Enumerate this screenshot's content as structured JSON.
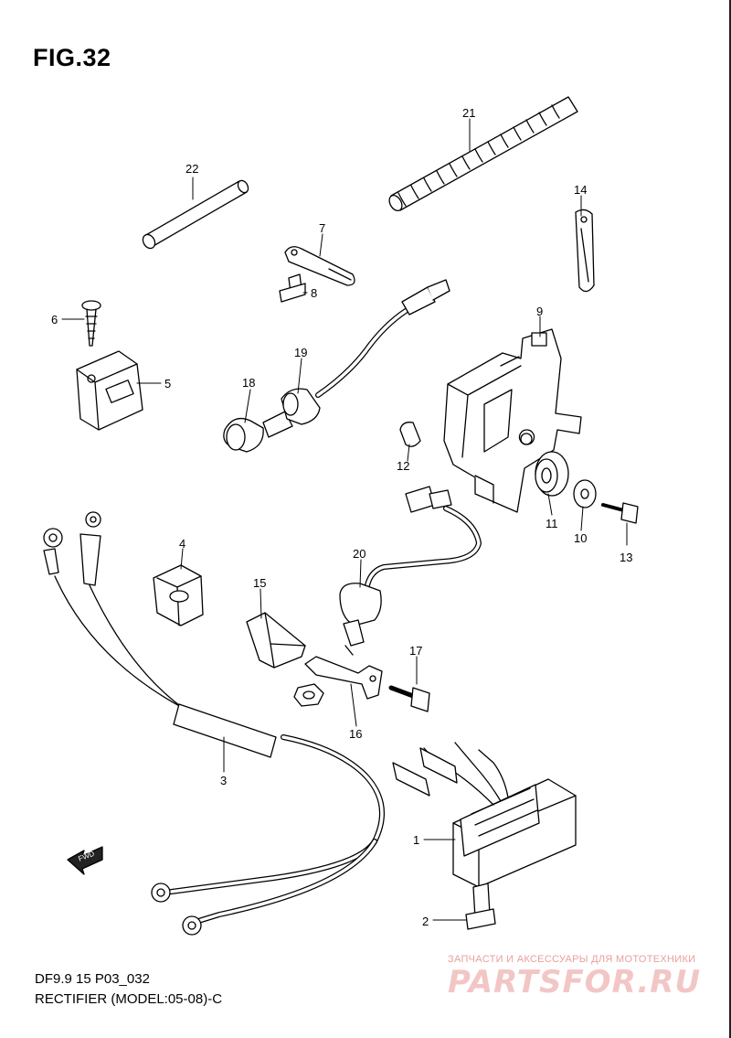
{
  "header": {
    "title": "FIG.32"
  },
  "footer": {
    "code": "DF9.9 15 P03_032",
    "caption": "RECTIFIER (MODEL:05-08)-C"
  },
  "watermark": {
    "tagline": "ЗАПЧАСТИ И АКСЕССУАРЫ ДЛЯ МОТОТЕХНИКИ",
    "logo": "PARTSFOR.RU"
  },
  "direction_badge": "FWD",
  "callouts": [
    {
      "id": "1",
      "label": "1"
    },
    {
      "id": "2",
      "label": "2"
    },
    {
      "id": "3",
      "label": "3"
    },
    {
      "id": "4",
      "label": "4"
    },
    {
      "id": "5",
      "label": "5"
    },
    {
      "id": "6",
      "label": "6"
    },
    {
      "id": "7",
      "label": "7"
    },
    {
      "id": "8",
      "label": "8"
    },
    {
      "id": "9",
      "label": "9"
    },
    {
      "id": "10",
      "label": "10"
    },
    {
      "id": "11",
      "label": "11"
    },
    {
      "id": "12",
      "label": "12"
    },
    {
      "id": "13",
      "label": "13"
    },
    {
      "id": "14",
      "label": "14"
    },
    {
      "id": "15",
      "label": "15"
    },
    {
      "id": "16",
      "label": "16"
    },
    {
      "id": "17",
      "label": "17"
    },
    {
      "id": "18",
      "label": "18"
    },
    {
      "id": "19",
      "label": "19"
    },
    {
      "id": "20",
      "label": "20"
    },
    {
      "id": "21",
      "label": "21"
    },
    {
      "id": "22",
      "label": "22"
    }
  ],
  "colors": {
    "ink": "#000000",
    "part_fill": "#ffffff",
    "shade": "#d8d8d8",
    "watermark": "#f3c6c6"
  }
}
